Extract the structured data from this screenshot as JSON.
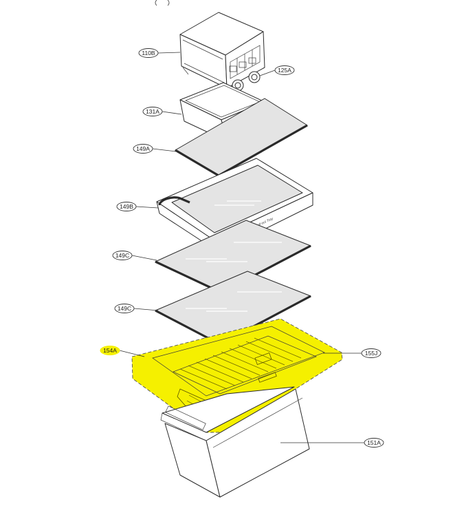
{
  "parts": {
    "p110B": "110B",
    "p125A": "125A",
    "p131A": "131A",
    "p149A": "149A",
    "p149B": "149B",
    "p149C_upper": "149C",
    "p149C_lower": "149C",
    "p154A": "154A",
    "p155J": "155J",
    "p151A": "151A"
  },
  "tray_text": "Pull-out Tray",
  "highlight": {
    "color": "#f5f000",
    "assembly": "154A"
  }
}
